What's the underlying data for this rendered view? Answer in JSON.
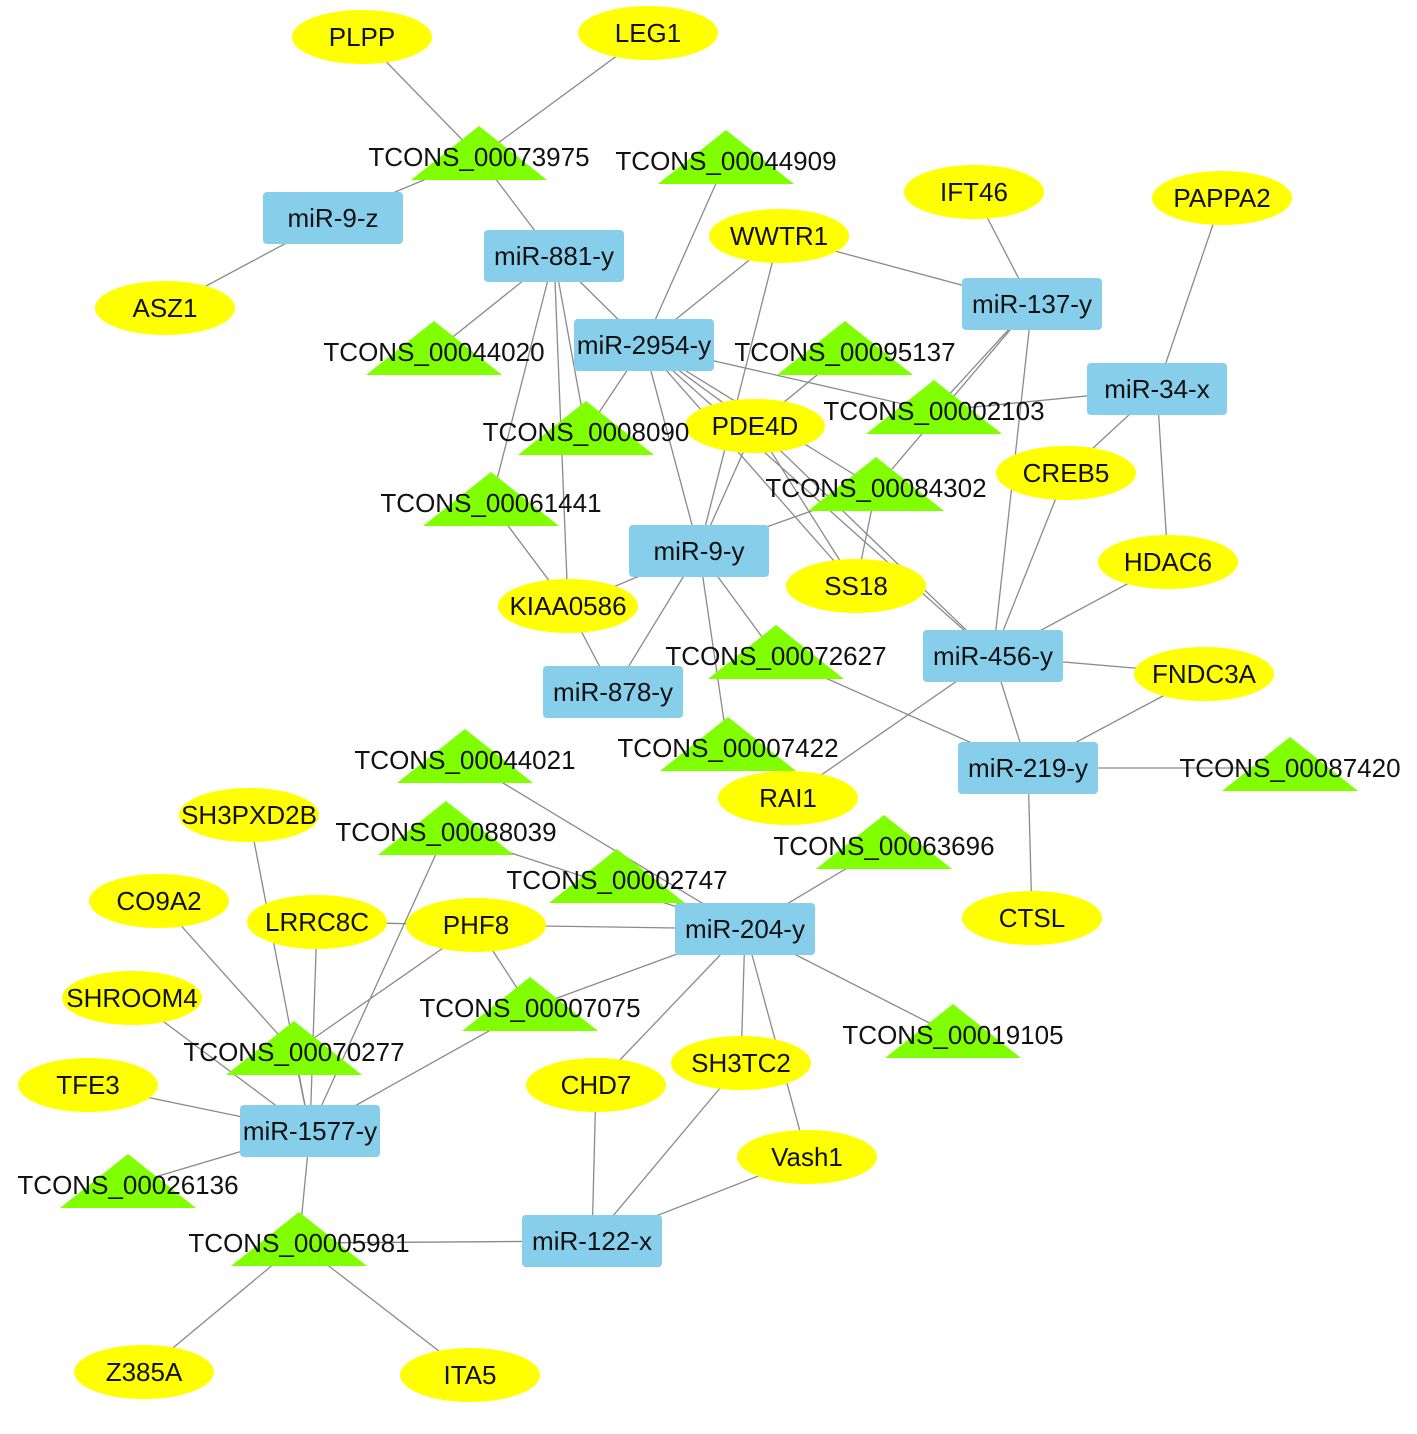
{
  "legend": {},
  "colors": {
    "mirna": "#87ceeb",
    "gene": "#ffff00",
    "lncrna": "#80ff00",
    "edge": "#8a8a8a",
    "text": "#111111"
  },
  "node_types": {
    "mirna": "rounded-rectangle",
    "gene": "ellipse",
    "lncrna": "triangle"
  },
  "nodes": [
    {
      "id": "PLPP",
      "type": "gene"
    },
    {
      "id": "LEG1",
      "type": "gene"
    },
    {
      "id": "ASZ1",
      "type": "gene"
    },
    {
      "id": "IFT46",
      "type": "gene"
    },
    {
      "id": "PAPPA2",
      "type": "gene"
    },
    {
      "id": "WWTR1",
      "type": "gene"
    },
    {
      "id": "PDE4D",
      "type": "gene"
    },
    {
      "id": "CREB5",
      "type": "gene"
    },
    {
      "id": "HDAC6",
      "type": "gene"
    },
    {
      "id": "SS18",
      "type": "gene"
    },
    {
      "id": "KIAA0586",
      "type": "gene"
    },
    {
      "id": "FNDC3A",
      "type": "gene"
    },
    {
      "id": "RAI1",
      "type": "gene"
    },
    {
      "id": "CTSL",
      "type": "gene"
    },
    {
      "id": "SH3PXD2B",
      "type": "gene"
    },
    {
      "id": "CO9A2",
      "type": "gene"
    },
    {
      "id": "LRRC8C",
      "type": "gene"
    },
    {
      "id": "PHF8",
      "type": "gene"
    },
    {
      "id": "SHROOM4",
      "type": "gene"
    },
    {
      "id": "TFE3",
      "type": "gene"
    },
    {
      "id": "CHD7",
      "type": "gene"
    },
    {
      "id": "SH3TC2",
      "type": "gene"
    },
    {
      "id": "Vash1",
      "type": "gene"
    },
    {
      "id": "Z385A",
      "type": "gene"
    },
    {
      "id": "ITA5",
      "type": "gene"
    },
    {
      "id": "miR-9-z",
      "type": "mirna"
    },
    {
      "id": "miR-881-y",
      "type": "mirna"
    },
    {
      "id": "miR-2954-y",
      "type": "mirna"
    },
    {
      "id": "miR-137-y",
      "type": "mirna"
    },
    {
      "id": "miR-34-x",
      "type": "mirna"
    },
    {
      "id": "miR-9-y",
      "type": "mirna"
    },
    {
      "id": "miR-456-y",
      "type": "mirna"
    },
    {
      "id": "miR-878-y",
      "type": "mirna"
    },
    {
      "id": "miR-219-y",
      "type": "mirna"
    },
    {
      "id": "miR-204-y",
      "type": "mirna"
    },
    {
      "id": "miR-1577-y",
      "type": "mirna"
    },
    {
      "id": "miR-122-x",
      "type": "mirna"
    },
    {
      "id": "TCONS_00073975",
      "type": "lncrna"
    },
    {
      "id": "TCONS_00044909",
      "type": "lncrna"
    },
    {
      "id": "TCONS_00044020",
      "type": "lncrna"
    },
    {
      "id": "TCONS_00095137",
      "type": "lncrna"
    },
    {
      "id": "TCONS_00002103",
      "type": "lncrna"
    },
    {
      "id": "TCONS_0008090",
      "type": "lncrna"
    },
    {
      "id": "TCONS_00084302",
      "type": "lncrna"
    },
    {
      "id": "TCONS_00061441",
      "type": "lncrna"
    },
    {
      "id": "TCONS_00072627",
      "type": "lncrna"
    },
    {
      "id": "TCONS_00007422",
      "type": "lncrna"
    },
    {
      "id": "TCONS_00087420",
      "type": "lncrna"
    },
    {
      "id": "TCONS_00044021",
      "type": "lncrna"
    },
    {
      "id": "TCONS_00088039",
      "type": "lncrna"
    },
    {
      "id": "TCONS_00002747",
      "type": "lncrna"
    },
    {
      "id": "TCONS_00063696",
      "type": "lncrna"
    },
    {
      "id": "TCONS_00007075",
      "type": "lncrna"
    },
    {
      "id": "TCONS_00019105",
      "type": "lncrna"
    },
    {
      "id": "TCONS_00070277",
      "type": "lncrna"
    },
    {
      "id": "TCONS_00026136",
      "type": "lncrna"
    },
    {
      "id": "TCONS_00005981",
      "type": "lncrna"
    }
  ],
  "edges": [
    [
      "PLPP",
      "TCONS_00073975"
    ],
    [
      "LEG1",
      "TCONS_00073975"
    ],
    [
      "TCONS_00073975",
      "miR-9-z"
    ],
    [
      "TCONS_00073975",
      "miR-881-y"
    ],
    [
      "miR-9-z",
      "ASZ1"
    ],
    [
      "miR-881-y",
      "TCONS_00044020"
    ],
    [
      "miR-881-y",
      "miR-2954-y"
    ],
    [
      "miR-881-y",
      "TCONS_0008090"
    ],
    [
      "miR-881-y",
      "TCONS_00061441"
    ],
    [
      "miR-881-y",
      "KIAA0586"
    ],
    [
      "TCONS_00044909",
      "miR-2954-y"
    ],
    [
      "WWTR1",
      "miR-2954-y"
    ],
    [
      "WWTR1",
      "miR-137-y"
    ],
    [
      "WWTR1",
      "miR-9-y"
    ],
    [
      "miR-2954-y",
      "TCONS_0008090"
    ],
    [
      "miR-2954-y",
      "PDE4D"
    ],
    [
      "miR-2954-y",
      "TCONS_00002103"
    ],
    [
      "miR-2954-y",
      "TCONS_00084302"
    ],
    [
      "miR-2954-y",
      "SS18"
    ],
    [
      "miR-2954-y",
      "miR-9-y"
    ],
    [
      "miR-2954-y",
      "miR-456-y"
    ],
    [
      "TCONS_00095137",
      "PDE4D"
    ],
    [
      "IFT46",
      "miR-137-y"
    ],
    [
      "miR-137-y",
      "TCONS_00002103"
    ],
    [
      "miR-137-y",
      "TCONS_00084302"
    ],
    [
      "miR-137-y",
      "miR-456-y"
    ],
    [
      "PAPPA2",
      "miR-34-x"
    ],
    [
      "miR-34-x",
      "TCONS_00002103"
    ],
    [
      "miR-34-x",
      "CREB5"
    ],
    [
      "miR-34-x",
      "HDAC6"
    ],
    [
      "PDE4D",
      "miR-9-y"
    ],
    [
      "PDE4D",
      "SS18"
    ],
    [
      "PDE4D",
      "miR-456-y"
    ],
    [
      "TCONS_00084302",
      "miR-9-y"
    ],
    [
      "TCONS_00084302",
      "SS18"
    ],
    [
      "TCONS_00061441",
      "KIAA0586"
    ],
    [
      "miR-9-y",
      "KIAA0586"
    ],
    [
      "miR-9-y",
      "TCONS_00072627"
    ],
    [
      "miR-9-y",
      "TCONS_00007422"
    ],
    [
      "miR-9-y",
      "miR-878-y"
    ],
    [
      "KIAA0586",
      "miR-878-y"
    ],
    [
      "TCONS_00072627",
      "miR-219-y"
    ],
    [
      "CREB5",
      "miR-456-y"
    ],
    [
      "HDAC6",
      "miR-456-y"
    ],
    [
      "miR-456-y",
      "FNDC3A"
    ],
    [
      "miR-456-y",
      "miR-219-y"
    ],
    [
      "miR-456-y",
      "RAI1"
    ],
    [
      "FNDC3A",
      "miR-219-y"
    ],
    [
      "miR-219-y",
      "TCONS_00087420"
    ],
    [
      "miR-219-y",
      "CTSL"
    ],
    [
      "TCONS_00044021",
      "miR-204-y"
    ],
    [
      "TCONS_00088039",
      "miR-204-y"
    ],
    [
      "TCONS_00088039",
      "miR-1577-y"
    ],
    [
      "TCONS_00002747",
      "miR-204-y"
    ],
    [
      "TCONS_00063696",
      "miR-204-y"
    ],
    [
      "PHF8",
      "miR-204-y"
    ],
    [
      "PHF8",
      "TCONS_00070277"
    ],
    [
      "PHF8",
      "TCONS_00007075"
    ],
    [
      "PHF8",
      "LRRC8C"
    ],
    [
      "miR-204-y",
      "TCONS_00007075"
    ],
    [
      "miR-204-y",
      "TCONS_00019105"
    ],
    [
      "miR-204-y",
      "SH3TC2"
    ],
    [
      "miR-204-y",
      "Vash1"
    ],
    [
      "miR-204-y",
      "CHD7"
    ],
    [
      "SH3PXD2B",
      "miR-1577-y"
    ],
    [
      "CO9A2",
      "TCONS_00070277"
    ],
    [
      "LRRC8C",
      "miR-1577-y"
    ],
    [
      "SHROOM4",
      "miR-1577-y"
    ],
    [
      "TFE3",
      "miR-1577-y"
    ],
    [
      "TCONS_00070277",
      "miR-1577-y"
    ],
    [
      "TCONS_00007075",
      "miR-1577-y"
    ],
    [
      "miR-1577-y",
      "TCONS_00026136"
    ],
    [
      "miR-1577-y",
      "TCONS_00005981"
    ],
    [
      "TCONS_00005981",
      "miR-122-x"
    ],
    [
      "TCONS_00005981",
      "Z385A"
    ],
    [
      "TCONS_00005981",
      "ITA5"
    ],
    [
      "CHD7",
      "miR-122-x"
    ],
    [
      "SH3TC2",
      "miR-122-x"
    ],
    [
      "Vash1",
      "miR-122-x"
    ]
  ]
}
